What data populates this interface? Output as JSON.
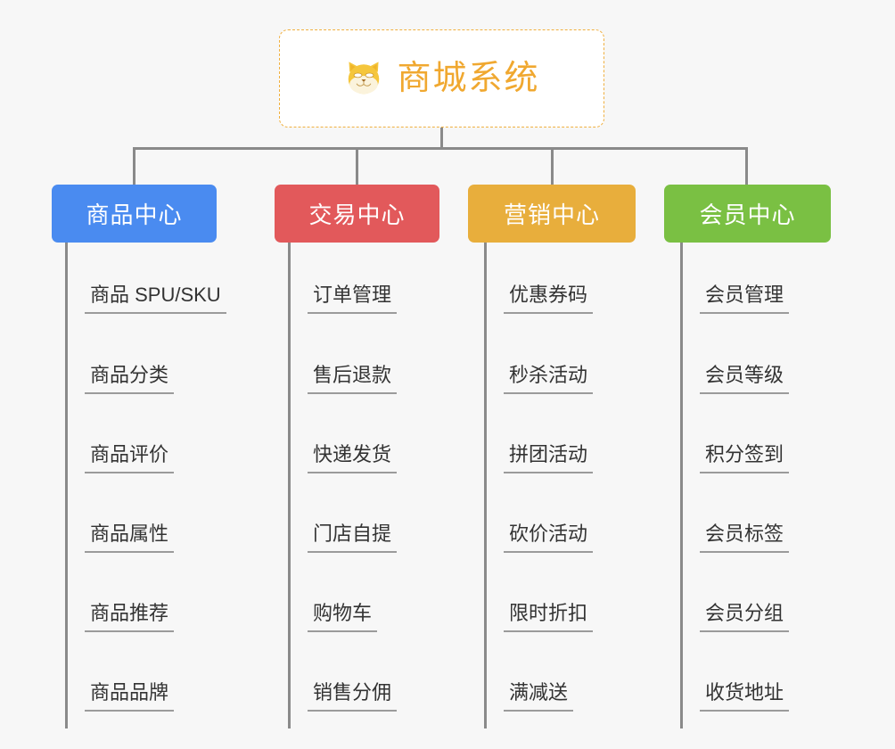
{
  "root": {
    "title": "商城系统",
    "icon": "shiba-dog-face-icon",
    "border_color": "#f0b040",
    "text_color": "#f0a830",
    "background": "#ffffff"
  },
  "canvas": {
    "background": "#f7f7f7",
    "connector_color": "#8a8a8a"
  },
  "columns": [
    {
      "title": "商品中心",
      "color": "#4a8bf0",
      "items": [
        "商品 SPU/SKU",
        "商品分类",
        "商品评价",
        "商品属性",
        "商品推荐",
        "商品品牌"
      ]
    },
    {
      "title": "交易中心",
      "color": "#e2595b",
      "items": [
        "订单管理",
        "售后退款",
        "快递发货",
        "门店自提",
        "购物车",
        "销售分佣"
      ]
    },
    {
      "title": "营销中心",
      "color": "#e8ae3c",
      "items": [
        "优惠券码",
        "秒杀活动",
        "拼团活动",
        "砍价活动",
        "限时折扣",
        "满减送"
      ]
    },
    {
      "title": "会员中心",
      "color": "#7ac043",
      "items": [
        "会员管理",
        "会员等级",
        "积分签到",
        "会员标签",
        "会员分组",
        "收货地址"
      ]
    }
  ]
}
